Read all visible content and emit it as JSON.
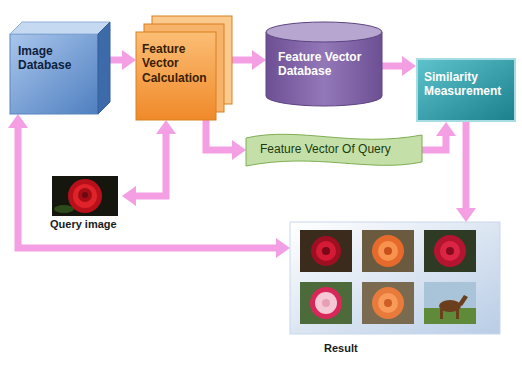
{
  "diagram": {
    "nodes": [
      {
        "text": [
          "Image Database"
        ]
      },
      {
        "text": [
          "Feature Vector Calculation"
        ]
      },
      {
        "text": [
          "Feature Vector Database"
        ]
      },
      {
        "text": [
          "Similarity Measurement"
        ]
      },
      {
        "text": [
          "Feature Vector Of Query"
        ]
      },
      {
        "text": [
          "Query image"
        ]
      },
      {
        "text": [
          "Result"
        ]
      }
    ],
    "edges": [
      {
        "from": 0,
        "to": 1,
        "arrow": "to"
      },
      {
        "from": 1,
        "to": 2,
        "arrow": "to"
      },
      {
        "from": 2,
        "to": 3,
        "arrow": "to"
      },
      {
        "from": 5,
        "to": 1,
        "arrow": "both"
      },
      {
        "from": 1,
        "to": 4,
        "arrow": "to"
      },
      {
        "from": 4,
        "to": 3,
        "arrow": "to"
      },
      {
        "from": 3,
        "to": 6,
        "arrow": "to"
      },
      {
        "from": 0,
        "to": 6,
        "arrow": "both"
      }
    ]
  }
}
